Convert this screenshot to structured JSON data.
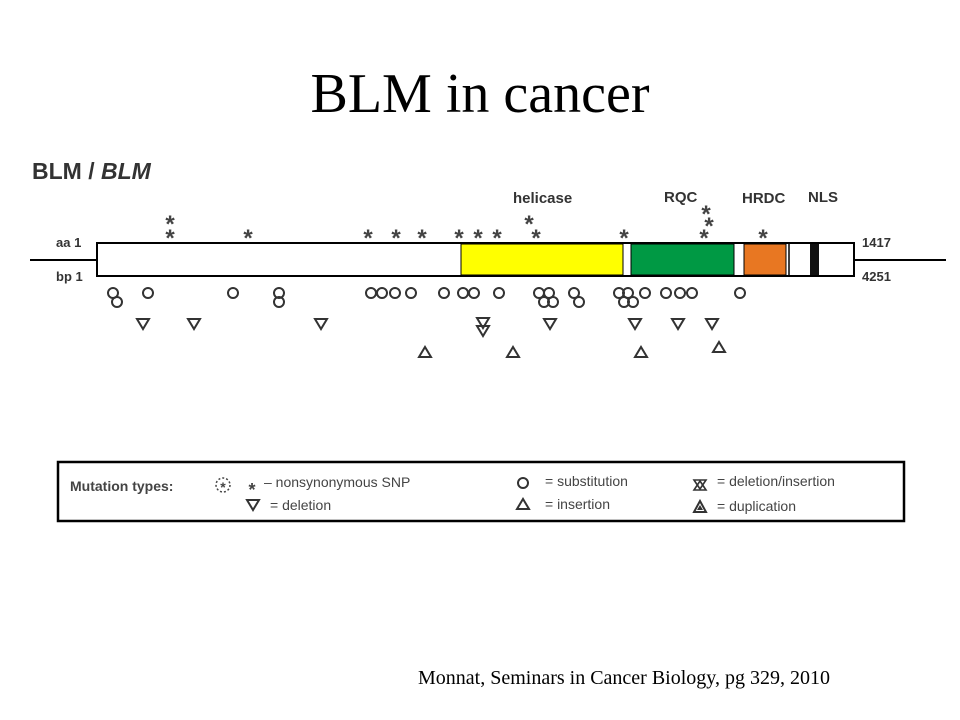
{
  "slide": {
    "title": "BLM in cancer",
    "citation": "Monnat, Seminars in Cancer Biology, pg 329, 2010"
  },
  "figure": {
    "protein_label": "BLM",
    "separator": " / ",
    "gene_label": "BLM",
    "aa_start": "aa 1",
    "bp_start": "bp 1",
    "aa_end": "1417",
    "bp_end": "4251",
    "domains": [
      {
        "name": "helicase",
        "color": "#ffff00"
      },
      {
        "name": "RQC",
        "color": "#009944"
      },
      {
        "name": "HRDC",
        "color": "#e87722"
      },
      {
        "name": "NLS",
        "color": "#111111"
      }
    ],
    "mutation_glyphs": {
      "snp": "*",
      "substitution": "o",
      "deletion": "▽",
      "insertion": "△"
    }
  },
  "legend": {
    "title": "Mutation types:",
    "snp_label": "– nonsynonymous SNP",
    "substitution_label": "= substitution",
    "deletion_insertion_label": "= deletion/insertion",
    "deletion_label": "= deletion",
    "insertion_label": "= insertion",
    "duplication_label": "= duplication"
  }
}
